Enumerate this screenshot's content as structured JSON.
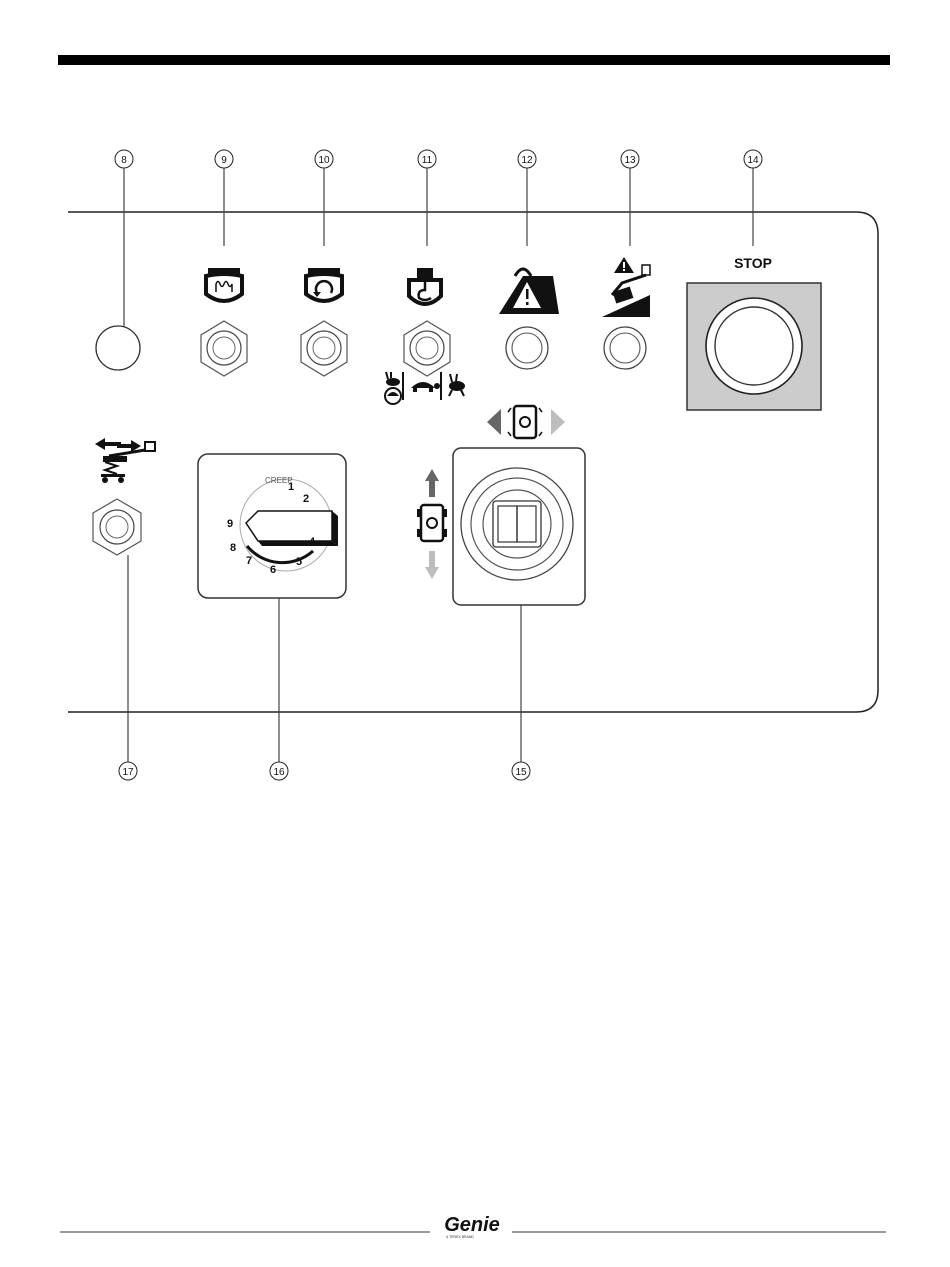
{
  "callouts": {
    "c8": "8",
    "c9": "9",
    "c10": "10",
    "c11": "11",
    "c12": "12",
    "c13": "13",
    "c14": "14",
    "c15": "15",
    "c16": "16",
    "c17": "17"
  },
  "stop_button": {
    "label": "STOP"
  },
  "speed_dial": {
    "creep_label": "CREEP",
    "n1": "1",
    "n2": "2",
    "n4": "4",
    "n5": "5",
    "n6": "6",
    "n7": "7",
    "n8": "8",
    "n9": "9"
  },
  "footer": {
    "brand": "Genie",
    "brand_sub": "A TEREX BRAND"
  },
  "colors": {
    "ink": "#111111",
    "panel_gray": "#cccccc",
    "arrow_dark": "#666666",
    "arrow_light": "#bdbdbd"
  },
  "icons": [
    "glow-plug-icon",
    "engine-start-icon",
    "engine-speed-icon",
    "platform-overload-icon",
    "tilt-alarm-icon",
    "drive-enable-icon",
    "rabbit-icon",
    "turtle-icon",
    "drive-steer-icon"
  ]
}
